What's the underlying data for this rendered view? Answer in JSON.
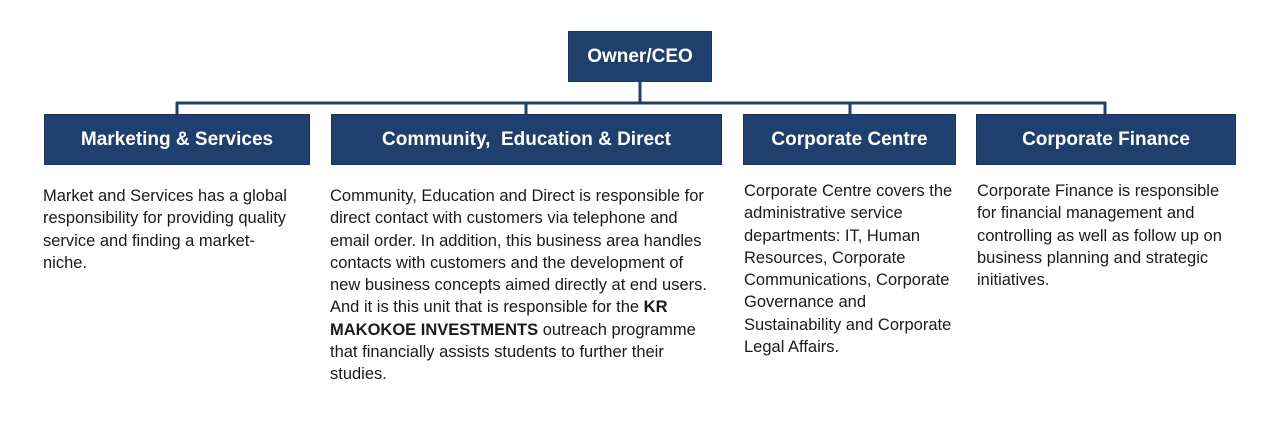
{
  "colors": {
    "box_fill": "#1F3F6E",
    "connector": "#1F3F6E",
    "box_text": "#FFFFFF",
    "body_text": "#1A1A1A"
  },
  "root": {
    "label": "Owner/CEO"
  },
  "departments": [
    {
      "title": "Marketing & Services",
      "description": "Market and Services has a global responsibility for providing quality service and finding a market-niche."
    },
    {
      "title": "Community,  Education & Direct",
      "description_before": "Community, Education and Direct is responsible for direct contact with customers via telephone and email order. In addition, this business area handles contacts with customers and the development of new business concepts aimed directly at end users. And it is this unit that is responsible for the ",
      "description_bold": "KR MAKOKOE INVESTMENTS",
      "description_after": " outreach programme that financially assists students to further their studies."
    },
    {
      "title": "Corporate Centre",
      "description": "Corporate Centre covers the administrative service departments: IT, Human Resources, Corporate Communications, Corporate Governance and Sustainability and Corporate Legal Affairs."
    },
    {
      "title": "Corporate Finance",
      "description": "Corporate Finance is responsible for financial management and controlling as well as follow up on business planning and strategic initiatives."
    }
  ]
}
